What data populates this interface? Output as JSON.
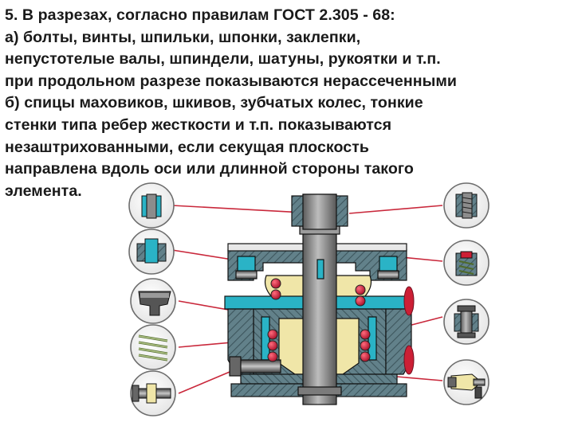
{
  "slide": {
    "lines": [
      "5.  В разрезах, согласно правилам ГОСТ 2.305 - 68:",
      "а) болты, винты, шпильки, шпонки, заклепки,",
      "непустотелые валы, шпиндели, шатуны, рукоятки и т.п.",
      "при продольном разрезе показываются нерассеченными",
      "б) спицы маховиков, шкивов, зубчатых колес, тонкие",
      "стенки типа ребер жесткости и т.п. показываются",
      "незаштрихованными, если секущая плоскость",
      "направлена вдоль оси или длинной стороны такого",
      "элемента."
    ]
  },
  "figure": {
    "colors": {
      "hatch": "#5f7e86",
      "cyan": "#2ab3c6",
      "shaft": "#8c8c8c",
      "brass": "#f0e6a8",
      "ball": "#cc1f35",
      "leader": "#c9283b",
      "outline": "#111111"
    },
    "icons": {
      "left": [
        "screw-section-icon",
        "bushing-section-icon",
        "rivet-head-icon",
        "spring-icon",
        "bolt-nut-icon"
      ],
      "right": [
        "threaded-stud-icon",
        "spring-cap-icon",
        "bolt-assembly-icon",
        "conical-fitting-icon"
      ]
    }
  }
}
